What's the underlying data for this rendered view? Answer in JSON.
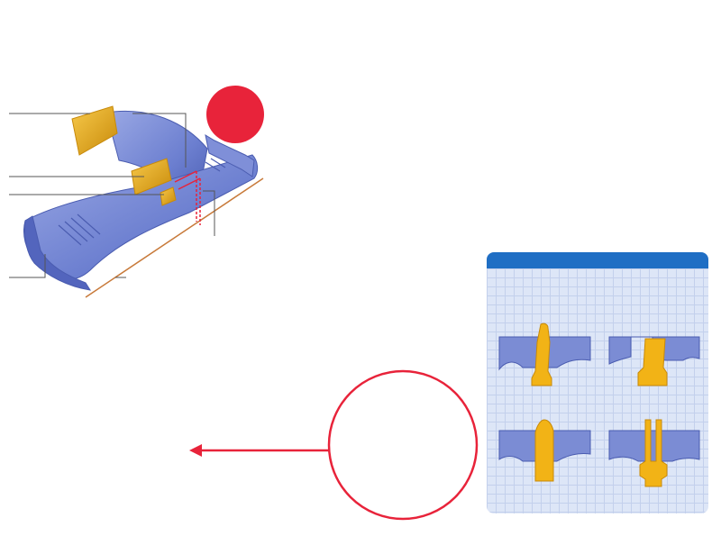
{
  "colors": {
    "wing_blue": "#6c7fd0",
    "wing_blue_dark": "#4a5cb0",
    "wing_blue_light": "#9aa8e4",
    "flap_gold": "#f2b316",
    "flap_gold_dark": "#c88a0a",
    "marker_red": "#e8233a",
    "callout_line": "#555555",
    "panel_header": "#1f6ec4",
    "panel_grid_bg": "#dde6f7",
    "panel_grid_line": "#c3d0ec",
    "ground_line": "#c87a3a"
  },
  "icons": {
    "marker": "red-circle-marker-icon",
    "arrow": "left-arrow-icon"
  },
  "detail_panel": {
    "header_text": "",
    "insets": [
      {
        "name": "slot-profile-1"
      },
      {
        "name": "slot-profile-2"
      },
      {
        "name": "slot-profile-3"
      },
      {
        "name": "slot-profile-4"
      }
    ]
  }
}
